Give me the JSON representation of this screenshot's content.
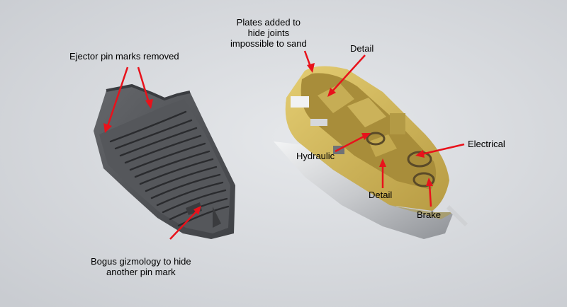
{
  "annotations": {
    "ejector": "Ejector pin marks removed",
    "plates": "Plates added to\nhide joints\nimpossible to sand",
    "detail_top": "Detail",
    "electrical": "Electrical",
    "hydraulic": "Hydraulic",
    "detail_bottom": "Detail",
    "brake": "Brake",
    "bogus": "Bogus gizmology to hide\nanother pin mark"
  },
  "colors": {
    "background": "#dcdfe3",
    "arrow": "#e8121b",
    "grey_part": "#505256",
    "interior": "#c9b25a",
    "silver": "#c9cbce"
  }
}
